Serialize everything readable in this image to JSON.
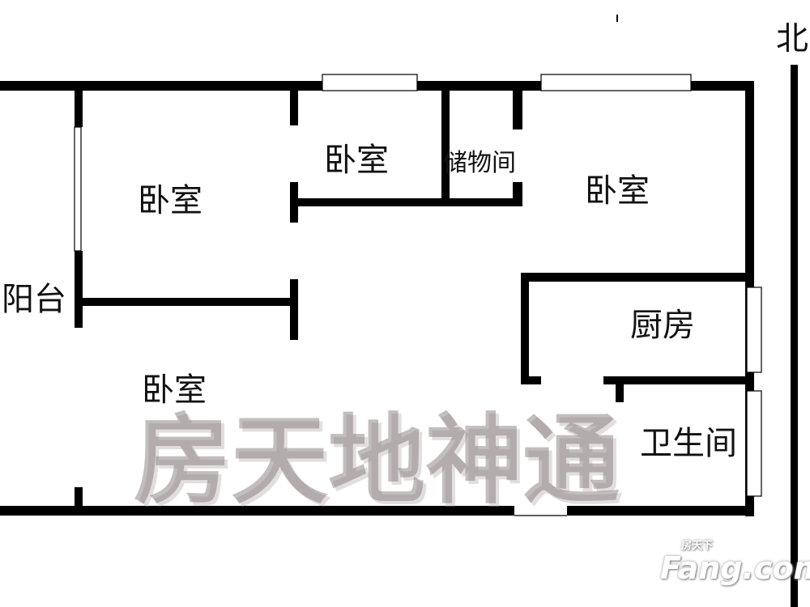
{
  "rooms": {
    "bedroom_left": "卧室",
    "bedroom_small": "卧室",
    "storage": "储物间",
    "bedroom_right": "卧室",
    "balcony": "阳台",
    "kitchen": "厨房",
    "bedroom_bottom": "卧室",
    "bathroom": "卫生间"
  },
  "compass": "北",
  "watermark": "房天地神通",
  "logo": {
    "cn": "房天下",
    "en": "Fang.com"
  },
  "colors": {
    "wall": "#000000",
    "watermark": "#8a7f7f"
  }
}
